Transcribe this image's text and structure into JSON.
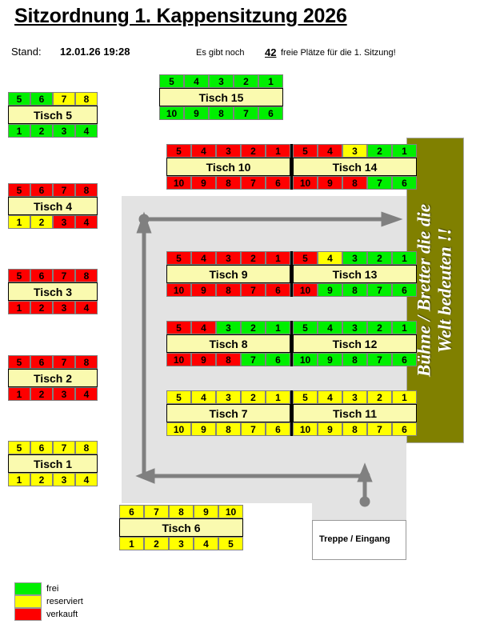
{
  "header": {
    "title": "Sitzordnung 1. Kappensitzung 2026",
    "stand_label": "Stand:",
    "stand_value": "12.01.26 19:28",
    "free_pre": "Es gibt noch",
    "free_count": "42",
    "free_post": "freie Plätze für die 1. Sitzung!"
  },
  "stage": {
    "label": "Bühne / Bretter die die\nWelt bedeuten !!",
    "line1": "Bühne / Bretter die die",
    "line2": "Welt bedeuten !!",
    "color": "#808000"
  },
  "entrance": {
    "label": "Treppe / Eingang"
  },
  "legend": {
    "items": [
      {
        "label": "frei",
        "color": "#00ef00",
        "state": "g"
      },
      {
        "label": "reserviert",
        "color": "#ffff00",
        "state": "y"
      },
      {
        "label": "verkauft",
        "color": "#fe0000",
        "state": "r"
      }
    ]
  },
  "status_colors": {
    "frei": "#00ef00",
    "reserviert": "#ffff00",
    "verkauft": "#fe0000"
  },
  "tables": {
    "t5": {
      "name": "Tisch 5",
      "top": [
        {
          "n": "5",
          "s": "g"
        },
        {
          "n": "6",
          "s": "g"
        },
        {
          "n": "7",
          "s": "y"
        },
        {
          "n": "8",
          "s": "y"
        }
      ],
      "bottom": [
        {
          "n": "1",
          "s": "g"
        },
        {
          "n": "2",
          "s": "g"
        },
        {
          "n": "3",
          "s": "g"
        },
        {
          "n": "4",
          "s": "g"
        }
      ]
    },
    "t4": {
      "name": "Tisch 4",
      "top": [
        {
          "n": "5",
          "s": "r"
        },
        {
          "n": "6",
          "s": "r"
        },
        {
          "n": "7",
          "s": "r"
        },
        {
          "n": "8",
          "s": "r"
        }
      ],
      "bottom": [
        {
          "n": "1",
          "s": "y"
        },
        {
          "n": "2",
          "s": "y"
        },
        {
          "n": "3",
          "s": "r"
        },
        {
          "n": "4",
          "s": "r"
        }
      ]
    },
    "t3": {
      "name": "Tisch 3",
      "top": [
        {
          "n": "5",
          "s": "r"
        },
        {
          "n": "6",
          "s": "r"
        },
        {
          "n": "7",
          "s": "r"
        },
        {
          "n": "8",
          "s": "r"
        }
      ],
      "bottom": [
        {
          "n": "1",
          "s": "r"
        },
        {
          "n": "2",
          "s": "r"
        },
        {
          "n": "3",
          "s": "r"
        },
        {
          "n": "4",
          "s": "r"
        }
      ]
    },
    "t2": {
      "name": "Tisch 2",
      "top": [
        {
          "n": "5",
          "s": "r"
        },
        {
          "n": "6",
          "s": "r"
        },
        {
          "n": "7",
          "s": "r"
        },
        {
          "n": "8",
          "s": "r"
        }
      ],
      "bottom": [
        {
          "n": "1",
          "s": "r"
        },
        {
          "n": "2",
          "s": "r"
        },
        {
          "n": "3",
          "s": "r"
        },
        {
          "n": "4",
          "s": "r"
        }
      ]
    },
    "t1": {
      "name": "Tisch 1",
      "top": [
        {
          "n": "5",
          "s": "y"
        },
        {
          "n": "6",
          "s": "y"
        },
        {
          "n": "7",
          "s": "y"
        },
        {
          "n": "8",
          "s": "y"
        }
      ],
      "bottom": [
        {
          "n": "1",
          "s": "y"
        },
        {
          "n": "2",
          "s": "y"
        },
        {
          "n": "3",
          "s": "y"
        },
        {
          "n": "4",
          "s": "y"
        }
      ]
    },
    "t15": {
      "name": "Tisch 15",
      "top": [
        {
          "n": "5",
          "s": "g"
        },
        {
          "n": "4",
          "s": "g"
        },
        {
          "n": "3",
          "s": "g"
        },
        {
          "n": "2",
          "s": "g"
        },
        {
          "n": "1",
          "s": "g"
        }
      ],
      "bottom": [
        {
          "n": "10",
          "s": "g"
        },
        {
          "n": "9",
          "s": "g"
        },
        {
          "n": "8",
          "s": "g"
        },
        {
          "n": "7",
          "s": "g"
        },
        {
          "n": "6",
          "s": "g"
        }
      ]
    },
    "t10": {
      "name": "Tisch 10",
      "top": [
        {
          "n": "5",
          "s": "r"
        },
        {
          "n": "4",
          "s": "r"
        },
        {
          "n": "3",
          "s": "r"
        },
        {
          "n": "2",
          "s": "r"
        },
        {
          "n": "1",
          "s": "r"
        }
      ],
      "bottom": [
        {
          "n": "10",
          "s": "r"
        },
        {
          "n": "9",
          "s": "r"
        },
        {
          "n": "8",
          "s": "r"
        },
        {
          "n": "7",
          "s": "r"
        },
        {
          "n": "6",
          "s": "r"
        }
      ]
    },
    "t14": {
      "name": "Tisch 14",
      "top": [
        {
          "n": "5",
          "s": "r"
        },
        {
          "n": "4",
          "s": "r"
        },
        {
          "n": "3",
          "s": "y"
        },
        {
          "n": "2",
          "s": "g"
        },
        {
          "n": "1",
          "s": "g"
        }
      ],
      "bottom": [
        {
          "n": "10",
          "s": "r"
        },
        {
          "n": "9",
          "s": "r"
        },
        {
          "n": "8",
          "s": "r"
        },
        {
          "n": "7",
          "s": "g"
        },
        {
          "n": "6",
          "s": "g"
        }
      ]
    },
    "t9": {
      "name": "Tisch 9",
      "top": [
        {
          "n": "5",
          "s": "r"
        },
        {
          "n": "4",
          "s": "r"
        },
        {
          "n": "3",
          "s": "r"
        },
        {
          "n": "2",
          "s": "r"
        },
        {
          "n": "1",
          "s": "r"
        }
      ],
      "bottom": [
        {
          "n": "10",
          "s": "r"
        },
        {
          "n": "9",
          "s": "r"
        },
        {
          "n": "8",
          "s": "r"
        },
        {
          "n": "7",
          "s": "r"
        },
        {
          "n": "6",
          "s": "r"
        }
      ]
    },
    "t13": {
      "name": "Tisch 13",
      "top": [
        {
          "n": "5",
          "s": "r"
        },
        {
          "n": "4",
          "s": "y"
        },
        {
          "n": "3",
          "s": "g"
        },
        {
          "n": "2",
          "s": "g"
        },
        {
          "n": "1",
          "s": "g"
        }
      ],
      "bottom": [
        {
          "n": "10",
          "s": "r"
        },
        {
          "n": "9",
          "s": "g"
        },
        {
          "n": "8",
          "s": "g"
        },
        {
          "n": "7",
          "s": "g"
        },
        {
          "n": "6",
          "s": "g"
        }
      ]
    },
    "t8": {
      "name": "Tisch 8",
      "top": [
        {
          "n": "5",
          "s": "r"
        },
        {
          "n": "4",
          "s": "r"
        },
        {
          "n": "3",
          "s": "g"
        },
        {
          "n": "2",
          "s": "g"
        },
        {
          "n": "1",
          "s": "g"
        }
      ],
      "bottom": [
        {
          "n": "10",
          "s": "r"
        },
        {
          "n": "9",
          "s": "r"
        },
        {
          "n": "8",
          "s": "r"
        },
        {
          "n": "7",
          "s": "g"
        },
        {
          "n": "6",
          "s": "g"
        }
      ]
    },
    "t12": {
      "name": "Tisch 12",
      "top": [
        {
          "n": "5",
          "s": "g"
        },
        {
          "n": "4",
          "s": "g"
        },
        {
          "n": "3",
          "s": "g"
        },
        {
          "n": "2",
          "s": "g"
        },
        {
          "n": "1",
          "s": "g"
        }
      ],
      "bottom": [
        {
          "n": "10",
          "s": "g"
        },
        {
          "n": "9",
          "s": "g"
        },
        {
          "n": "8",
          "s": "g"
        },
        {
          "n": "7",
          "s": "g"
        },
        {
          "n": "6",
          "s": "g"
        }
      ]
    },
    "t7": {
      "name": "Tisch 7",
      "top": [
        {
          "n": "5",
          "s": "y"
        },
        {
          "n": "4",
          "s": "y"
        },
        {
          "n": "3",
          "s": "y"
        },
        {
          "n": "2",
          "s": "y"
        },
        {
          "n": "1",
          "s": "y"
        }
      ],
      "bottom": [
        {
          "n": "10",
          "s": "y"
        },
        {
          "n": "9",
          "s": "y"
        },
        {
          "n": "8",
          "s": "y"
        },
        {
          "n": "7",
          "s": "y"
        },
        {
          "n": "6",
          "s": "y"
        }
      ]
    },
    "t11": {
      "name": "Tisch 11",
      "top": [
        {
          "n": "5",
          "s": "y"
        },
        {
          "n": "4",
          "s": "y"
        },
        {
          "n": "3",
          "s": "y"
        },
        {
          "n": "2",
          "s": "y"
        },
        {
          "n": "1",
          "s": "y"
        }
      ],
      "bottom": [
        {
          "n": "10",
          "s": "y"
        },
        {
          "n": "9",
          "s": "y"
        },
        {
          "n": "8",
          "s": "y"
        },
        {
          "n": "7",
          "s": "y"
        },
        {
          "n": "6",
          "s": "y"
        }
      ]
    },
    "t6": {
      "name": "Tisch 6",
      "top": [
        {
          "n": "6",
          "s": "y"
        },
        {
          "n": "7",
          "s": "y"
        },
        {
          "n": "8",
          "s": "y"
        },
        {
          "n": "9",
          "s": "y"
        },
        {
          "n": "10",
          "s": "y"
        }
      ],
      "bottom": [
        {
          "n": "1",
          "s": "y"
        },
        {
          "n": "2",
          "s": "y"
        },
        {
          "n": "3",
          "s": "y"
        },
        {
          "n": "4",
          "s": "y"
        },
        {
          "n": "5",
          "s": "y"
        }
      ]
    }
  }
}
